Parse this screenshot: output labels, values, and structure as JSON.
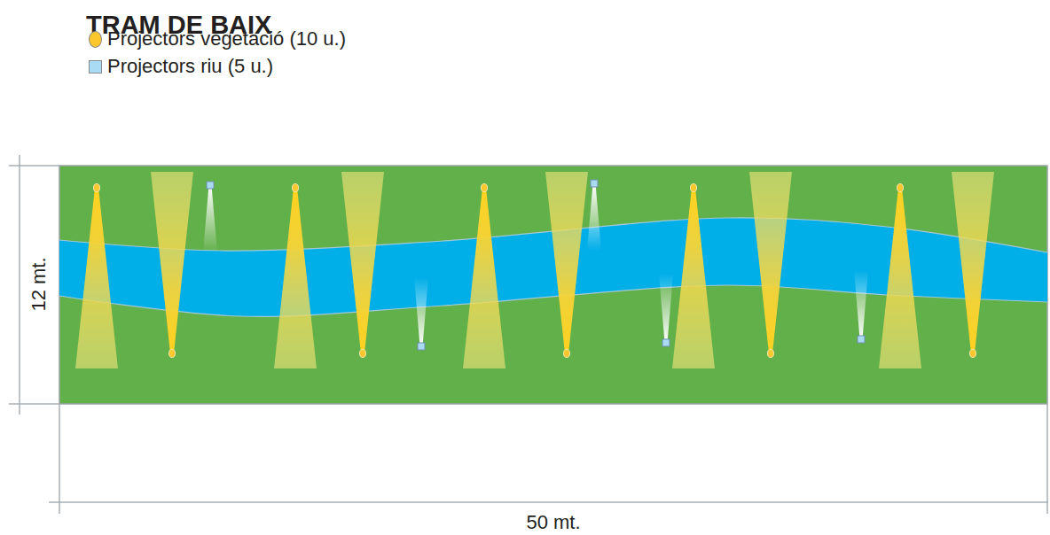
{
  "diagram": {
    "title": "TRAM DE BAIX",
    "labels": [
      "12 mt.",
      "50 mt."
    ],
    "legend": [
      {
        "text": "Projectors vegetació (10 u.)",
        "color": "#fcc72c"
      },
      {
        "text": "Projectors riu (5 u.)",
        "color": "#a9dcf4"
      }
    ]
  }
}
